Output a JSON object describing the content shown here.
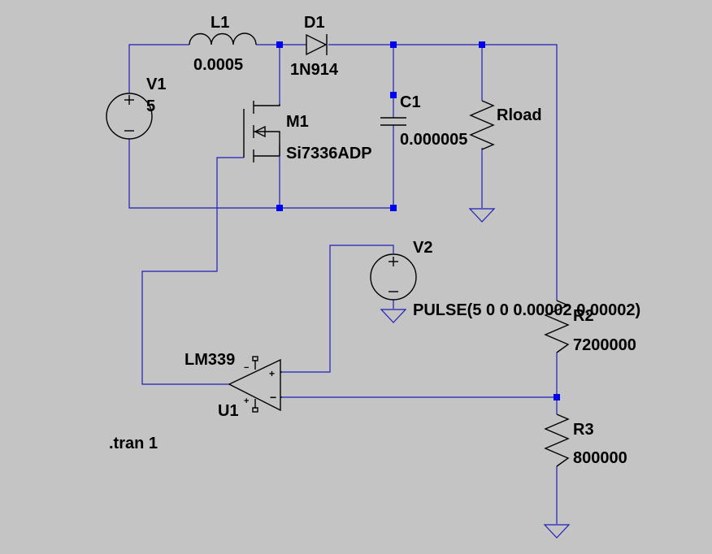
{
  "components": {
    "V1": {
      "name": "V1",
      "value": "5"
    },
    "L1": {
      "name": "L1",
      "value": "0.0005"
    },
    "D1": {
      "name": "D1",
      "value": "1N914"
    },
    "C1": {
      "name": "C1",
      "value": "0.000005"
    },
    "Rload": {
      "name": "Rload"
    },
    "M1": {
      "name": "M1",
      "value": "Si7336ADP"
    },
    "V2": {
      "name": "V2",
      "value": "PULSE(5 0 0 0.00002 0.00002)"
    },
    "R2": {
      "name": "R2",
      "value": "7200000"
    },
    "R3": {
      "name": "R3",
      "value": "800000"
    },
    "U1": {
      "name": "U1",
      "value": "LM339"
    }
  },
  "directive": ".tran 1",
  "colors": {
    "wire": "#1f1fb8",
    "junction": "#0000ee",
    "background": "#c4c4c4",
    "component": "#000000"
  }
}
